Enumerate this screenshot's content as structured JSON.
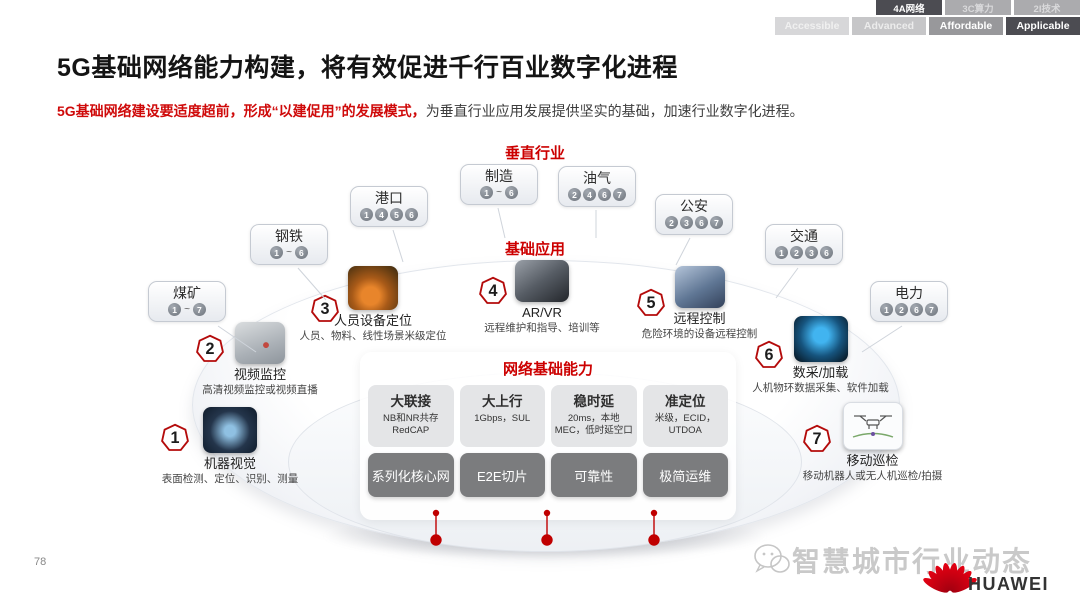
{
  "topbar": {
    "row1": [
      {
        "label": "4A网络",
        "active": true
      },
      {
        "label": "3C算力",
        "active": false
      },
      {
        "label": "2I技术",
        "active": false
      }
    ],
    "row2": [
      {
        "label": "Accessible",
        "active": false
      },
      {
        "label": "Advanced",
        "active": false
      },
      {
        "label": "Affordable",
        "active": false
      },
      {
        "label": "Applicable",
        "active": true
      }
    ]
  },
  "header": {
    "title": "5G基础网络能力构建，将有效促进千行百业数字化进程",
    "subtitle_red": "5G基础网络建设要适度超前，形成“以建促用”的发展模式，",
    "subtitle_gray": "为垂直行业应用发展提供坚实的基础，加速行业数字化进程。"
  },
  "diagram": {
    "vertical_industries_label": "垂直行业",
    "basic_apps_label": "基础应用",
    "range_separator": "~",
    "industries": [
      {
        "name": "煤矿",
        "range": true,
        "nums": [
          "1",
          "7"
        ]
      },
      {
        "name": "钢铁",
        "range": true,
        "nums": [
          "1",
          "6"
        ]
      },
      {
        "name": "港口",
        "range": false,
        "nums": [
          "1",
          "4",
          "5",
          "6"
        ]
      },
      {
        "name": "制造",
        "range": true,
        "nums": [
          "1",
          "6"
        ]
      },
      {
        "name": "油气",
        "range": false,
        "nums": [
          "2",
          "4",
          "6",
          "7"
        ]
      },
      {
        "name": "公安",
        "range": false,
        "nums": [
          "2",
          "3",
          "6",
          "7"
        ]
      },
      {
        "name": "交通",
        "range": false,
        "nums": [
          "1",
          "2",
          "3",
          "6"
        ]
      },
      {
        "name": "电力",
        "range": false,
        "nums": [
          "1",
          "2",
          "6",
          "7"
        ]
      }
    ],
    "applications": [
      {
        "num": "1",
        "name": "机器视觉",
        "desc": "表面检测、定位、识别、测量"
      },
      {
        "num": "2",
        "name": "视频监控",
        "desc": "高清视频监控或视频直播"
      },
      {
        "num": "3",
        "name": "人员设备定位",
        "desc": "人员、物料、线性场景米级定位"
      },
      {
        "num": "4",
        "name": "AR/VR",
        "desc": "远程维护和指导、培训等"
      },
      {
        "num": "5",
        "name": "远程控制",
        "desc": "危险环境的设备远程控制"
      },
      {
        "num": "6",
        "name": "数采/加载",
        "desc": "人机物环数据采集、软件加载"
      },
      {
        "num": "7",
        "name": "移动巡检",
        "desc": "移动机器人或无人机巡检/拍摄"
      }
    ],
    "network_box": {
      "title": "网络基础能力",
      "capabilities": [
        {
          "name": "大联接",
          "desc": "NB和NR共存 RedCAP"
        },
        {
          "name": "大上行",
          "desc": "1Gbps，SUL"
        },
        {
          "name": "稳时延",
          "desc": "20ms，本地MEC，低时延空口"
        },
        {
          "name": "准定位",
          "desc": "米级，ECID，UTDOA"
        }
      ],
      "foundations": [
        "系列化核心网",
        "E2E切片",
        "可靠性",
        "极简运维"
      ]
    }
  },
  "footer": {
    "page_number": "78",
    "watermark": "智慧城市行业动态",
    "logo_text": "HUAWEI"
  },
  "colors": {
    "accent_red": "#cc0000",
    "tab_dark": "#4c4c52",
    "chip_gray": "#6e747c",
    "button_gray": "#7b7c7e"
  }
}
